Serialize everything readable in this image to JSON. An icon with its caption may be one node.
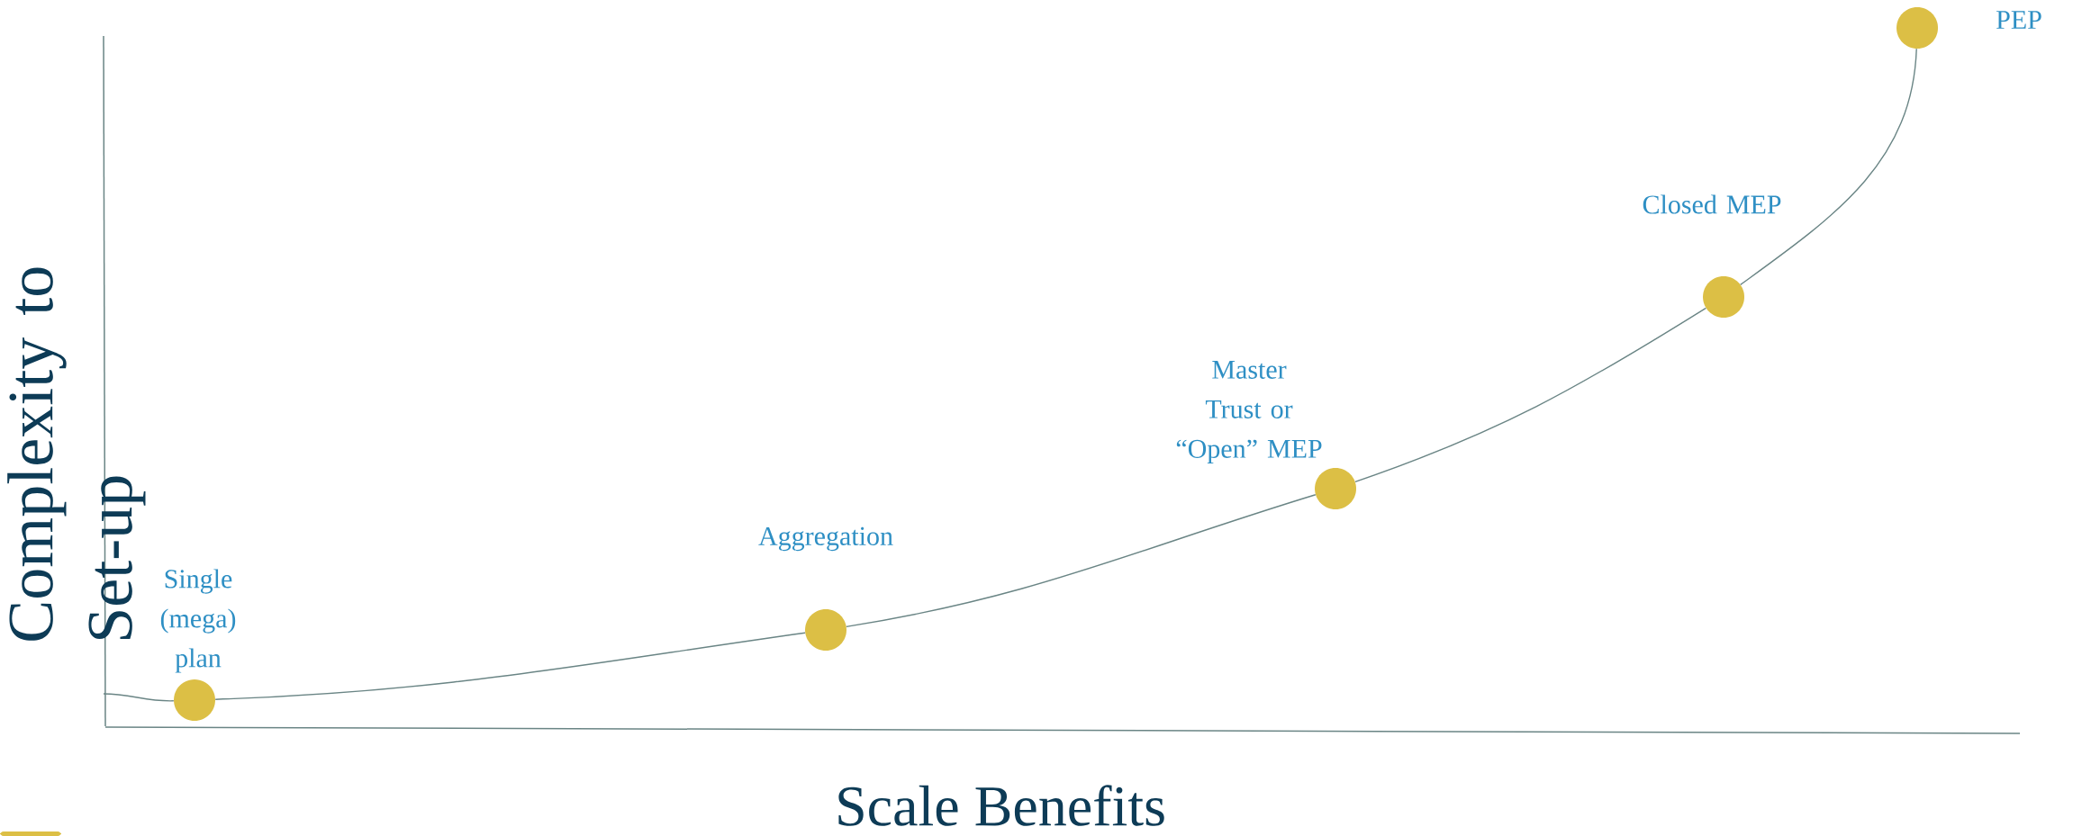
{
  "diagram": {
    "nodes": [
      {
        "text": [],
        "shape": "circle",
        "beside": [
          "Single (mega) plan"
        ]
      },
      {
        "text": [],
        "shape": "circle",
        "beside": [
          "Aggregation"
        ]
      },
      {
        "text": [],
        "shape": "circle",
        "beside": [
          "Master Trust or “Open” MEP"
        ]
      },
      {
        "text": [],
        "shape": "circle",
        "beside": [
          "Closed MEP"
        ]
      },
      {
        "text": [],
        "shape": "circle",
        "beside": [
          "PEP"
        ]
      }
    ],
    "edges": [
      {
        "from": null,
        "to": 0,
        "arrow": "none"
      },
      {
        "from": 0,
        "to": 1,
        "arrow": "none"
      },
      {
        "from": 1,
        "to": 2,
        "arrow": "none"
      },
      {
        "from": 2,
        "to": 3,
        "arrow": "none"
      },
      {
        "from": 3,
        "to": 4,
        "arrow": "none"
      }
    ],
    "labels": [
      "Complexity to Set-up",
      "Scale Benefits"
    ]
  }
}
